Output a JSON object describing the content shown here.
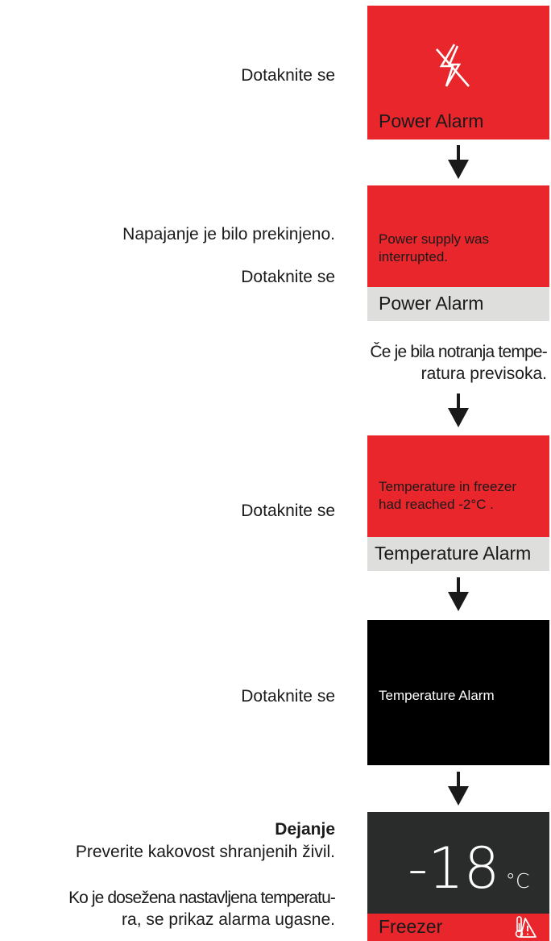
{
  "steps": {
    "touch_1": "Dotaknite se",
    "interrupted": "Napajanje je bilo prekinjeno.",
    "touch_2": "Dotaknite se",
    "if_temp_line1": "Če je bila notranja tempe-",
    "if_temp_line2": "ratura previsoka.",
    "touch_3": "Dotaknite se",
    "touch_4": "Dotaknite se",
    "action_title": "Dejanje",
    "action_text": "Preverite kakovost shranjenih živil.",
    "reached_line1": "Ko je dosežena nastavljena temperatu-",
    "reached_line2": "ra, se prikaz alarma ugasne."
  },
  "screens": {
    "power_alarm": {
      "icon": "power-off-icon",
      "label": "Power Alarm"
    },
    "power_interrupted": {
      "message_line1": "Power supply was",
      "message_line2": "interrupted.",
      "label": "Power Alarm"
    },
    "temperature_reached": {
      "message_line1": "Temperature in freezer",
      "message_line2": "had reached -2°C .",
      "label": "Temperature Alarm"
    },
    "temperature_alarm": {
      "label": "Temperature Alarm"
    },
    "freezer": {
      "temperature": "-18",
      "unit": "°C",
      "label": "Freezer",
      "icon": "thermometer-warning-icon"
    }
  },
  "colors": {
    "alarm_red": "#e8262b",
    "label_grey": "#dedfdd",
    "screen_black": "#000000",
    "screen_dark": "#2a2b2b"
  }
}
